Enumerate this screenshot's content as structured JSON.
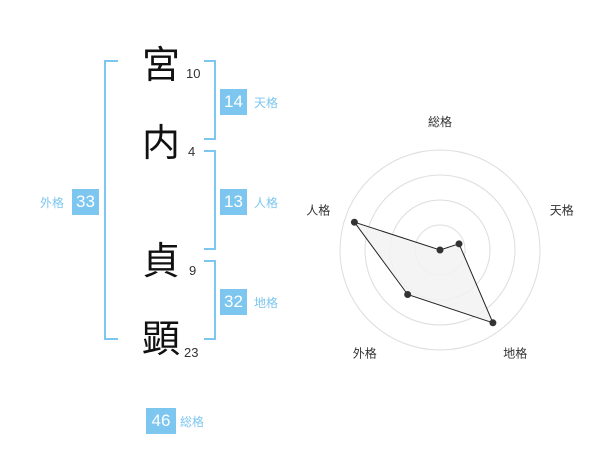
{
  "characters": [
    {
      "char": "宮",
      "strokes": "10"
    },
    {
      "char": "内",
      "strokes": "4"
    },
    {
      "char": "貞",
      "strokes": "9"
    },
    {
      "char": "顕",
      "strokes": "23"
    }
  ],
  "fortunes": {
    "tenkaku": {
      "label": "天格",
      "value": "14"
    },
    "jinkaku": {
      "label": "人格",
      "value": "13"
    },
    "chikaku": {
      "label": "地格",
      "value": "32"
    },
    "gaikaku": {
      "label": "外格",
      "value": "33"
    },
    "soukaku": {
      "label": "総格",
      "value": "46"
    }
  },
  "colors": {
    "accent": "#7cc6ef",
    "radar_fill": "#f2f2f2",
    "radar_grid": "#dddddd",
    "point": "#333333"
  },
  "chart_data": {
    "type": "radar",
    "axes": [
      "総格",
      "天格",
      "地格",
      "外格",
      "人格"
    ],
    "values": [
      0.0,
      0.2,
      0.9,
      0.55,
      0.9
    ],
    "range": [
      0,
      1
    ],
    "rings": 4
  }
}
